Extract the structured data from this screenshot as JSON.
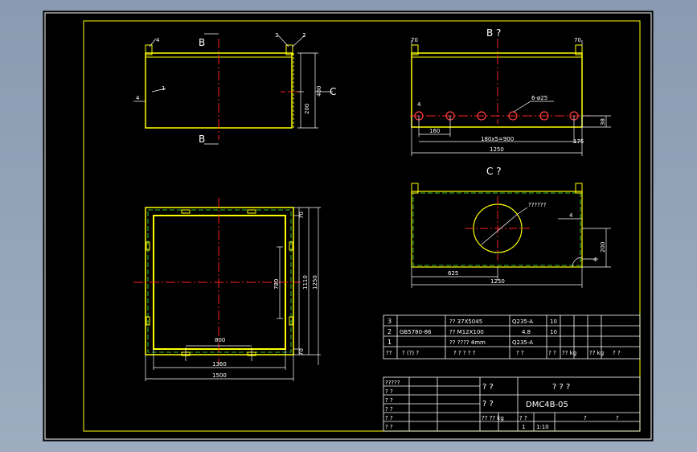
{
  "views": {
    "b_label_top": "B",
    "b_label_bottom": "B",
    "c_label": "C",
    "leader_1": "1",
    "leader_2": "2",
    "leader_3": "3",
    "weld_4": "4",
    "weld_4_right": "4",
    "tl_dim_400": "400",
    "tl_dim_200": "200",
    "section_b_title": "B ?",
    "section_c_title": "C ?",
    "b_dim_70_left": "70",
    "b_dim_70_right": "70",
    "b_holes_note": "6-ø25",
    "b_dim_4": "4",
    "b_dim_160": "160",
    "b_dim_180x5": "180x5=900",
    "b_dim_175": "175",
    "b_dim_38": "38",
    "b_dim_1250": "1250",
    "c_circle_note": "??????",
    "c_dim_4": "4",
    "c_dim_200": "200",
    "c_dim_4b": "4",
    "c_dim_625": "625",
    "c_dim_1250": "1250",
    "plan_dim_70_top": "70",
    "plan_dim_780": "780",
    "plan_dim_1110": "1110",
    "plan_dim_1250": "1250",
    "plan_dim_70_bottom": "70",
    "plan_dim_800": "800",
    "plan_dim_1360": "1360",
    "plan_dim_1500": "1500"
  },
  "parts_list": {
    "rows": [
      {
        "no": "3",
        "standard": "",
        "name": "?? 37X5045",
        "material": "Q235-A",
        "qty": "10"
      },
      {
        "no": "2",
        "standard": "GB5780-86",
        "name": "??  M12X100",
        "material": "4.8",
        "qty": "10"
      },
      {
        "no": "1",
        "standard": "",
        "name": "?? ???? 4mm",
        "material": "Q235-A",
        "qty": ""
      }
    ],
    "header": {
      "no": "??",
      "standard": "? (?) ?",
      "name": "? ? ? ? ?",
      "material": "? ?",
      "qty": "? ?",
      "unit_weight": "?? kg",
      "total_weight": "?? kg",
      "remark": "? ?"
    }
  },
  "title_block": {
    "left_rows": [
      "?????",
      "? ?",
      "? ?",
      "? ?",
      "? ?",
      "? ?"
    ],
    "field_a": "? ?",
    "title": "? ? ?",
    "field_b": "? ?",
    "drawing_no": "DMC4B-05",
    "weight_label": "?? ?? kg",
    "scale_label": "? ?",
    "sheet_label": "? ?",
    "sheet_value": "?",
    "sheet_value2": "?",
    "qty_value": "1",
    "scale_value": "1:10"
  }
}
